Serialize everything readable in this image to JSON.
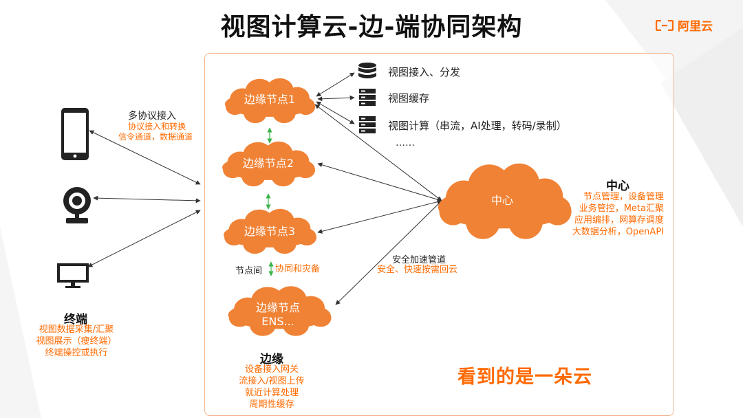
{
  "title": "视图计算云-边-端协同架构",
  "logo": {
    "text": "阿里云",
    "icon": "aliyun-logo-icon",
    "color": "#ff6a00"
  },
  "colors": {
    "accent": "#ff6a00",
    "cloud": "#f08235",
    "frame": "#f2b48d",
    "link_green": "#3cb44b"
  },
  "edge_nodes": [
    "边缘节点1",
    "边缘节点2",
    "边缘节点3"
  ],
  "edge_node_ens": {
    "line1": "边缘节点",
    "line2": "ENS..."
  },
  "center_cloud_label": "中心",
  "services": [
    {
      "icon": "database-icon",
      "label": "视图接入、分发"
    },
    {
      "icon": "server-icon",
      "label": "视图缓存"
    },
    {
      "icon": "server-icon",
      "label": "视图计算（串流，AI处理，转码/录制）"
    }
  ],
  "services_more": "……",
  "protocol": {
    "title": "多协议接入",
    "lines": [
      "协议接入和转换",
      "信令通道，数据通道"
    ]
  },
  "node_collab": {
    "label": "节点间",
    "desc": "协同和灾备"
  },
  "secure_channel": {
    "title": "安全加速管道",
    "desc": "安全、快速按需回云"
  },
  "terminal": {
    "title": "终端",
    "lines": [
      "视图数据采集/汇聚",
      "视图展示（瘦终端）",
      "终端操控或执行"
    ],
    "devices": [
      "smartphone-icon",
      "webcam-icon",
      "monitor-icon"
    ]
  },
  "edge": {
    "title": "边缘",
    "lines": [
      "设备接入网关",
      "流接入/视图上传",
      "就近计算处理",
      "周期性缓存"
    ]
  },
  "center": {
    "title": "中心",
    "lines": [
      "节点管理，设备管理",
      "业务管控，Meta汇聚",
      "应用编排，网算存调度",
      "大数据分析，OpenAPI"
    ]
  },
  "slogan": "看到的是一朵云"
}
